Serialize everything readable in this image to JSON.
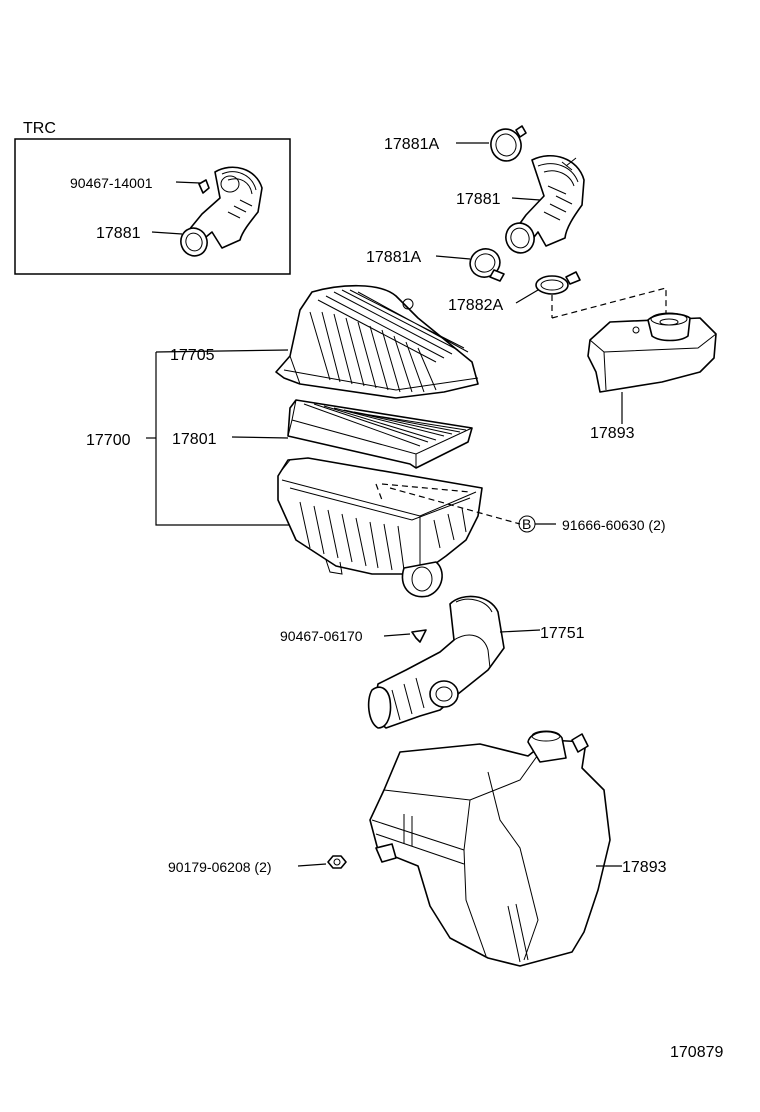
{
  "group_label": "TRC",
  "callouts": {
    "trc_clip": "90467-14001",
    "trc_hose": "17881",
    "clamp_a_top": "17881A",
    "hose": "17881",
    "clamp_a_bottom": "17881A",
    "clamp_b": "17882A",
    "resonator_small": "17893",
    "cap_sub": "17705",
    "assy": "17700",
    "element": "17801",
    "bolt": "91666-60630 (2)",
    "clip": "90467-06170",
    "inlet": "17751",
    "nut": "90179-06208 (2)",
    "resonator_large": "17893"
  },
  "bolt_marker": "B",
  "figure_number": "170879"
}
